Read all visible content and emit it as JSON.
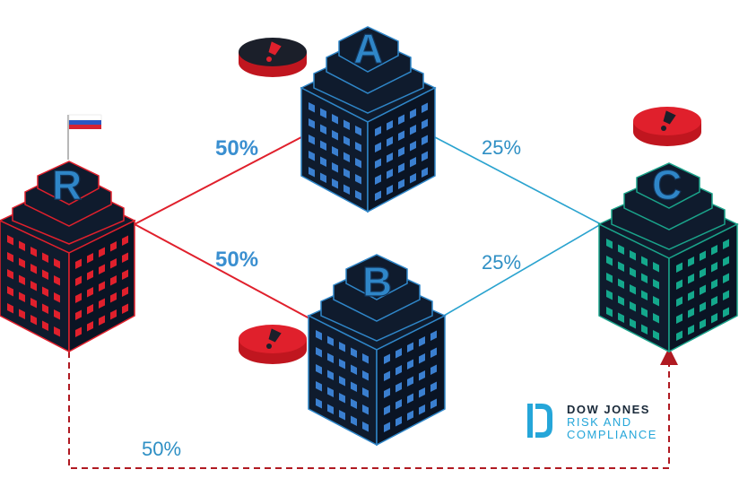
{
  "entities": {
    "R": {
      "label": "R",
      "accent": "#e0202c"
    },
    "A": {
      "label": "A",
      "accent": "#2f86c8"
    },
    "B": {
      "label": "B",
      "accent": "#2f86c8"
    },
    "C": {
      "label": "C",
      "accent": "#1aa38a"
    }
  },
  "edges": {
    "r_a": "50%",
    "r_b": "50%",
    "a_c": "25%",
    "b_c": "25%",
    "r_c": "50%"
  },
  "logo": {
    "line1": "DOW JONES",
    "line2": "RISK AND",
    "line3": "COMPLIANCE"
  },
  "colors": {
    "red_line": "#e0202c",
    "blue_line": "#2aa3cf",
    "dashed_line": "#b01a22",
    "building_dark": "#0f1b2d",
    "window_blue": "#3a7fd0",
    "window_red": "#e0202c",
    "window_teal": "#14a88c"
  },
  "icons": [
    "flag-icon",
    "alert-icon"
  ]
}
